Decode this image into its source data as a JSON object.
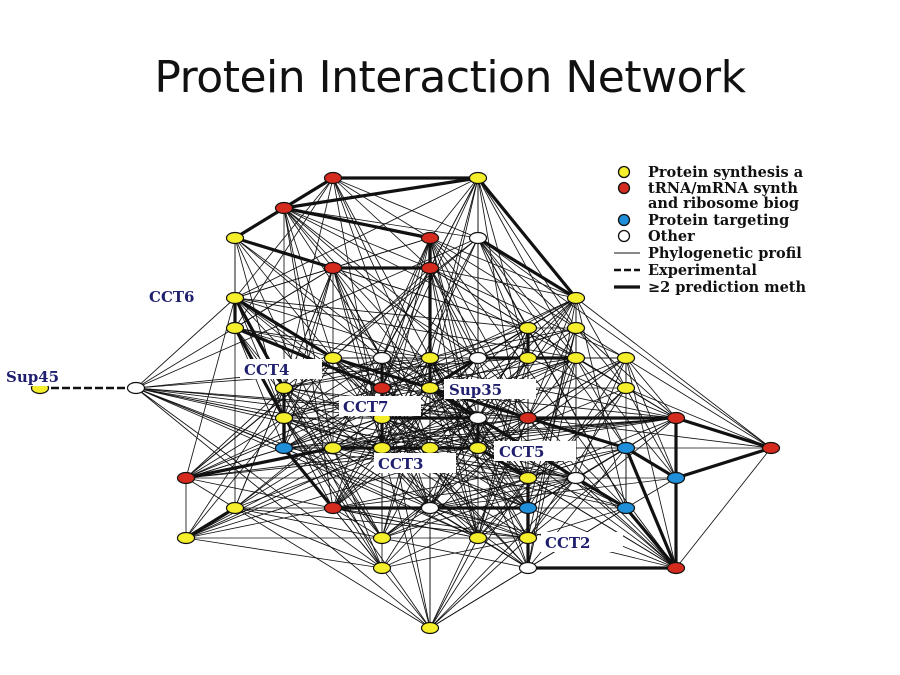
{
  "title": "Protein Interaction Network",
  "colors": {
    "synthesis": "#f5ee2a",
    "trna": "#d52b1e",
    "targeting": "#1e8fd8",
    "other": "#ffffff",
    "edge": "#111111"
  },
  "legend": {
    "items": [
      {
        "kind": "node",
        "color_key": "synthesis",
        "text": "Protein synthesis a"
      },
      {
        "kind": "node",
        "color_key": "trna",
        "text": "tRNA/mRNA synth"
      },
      {
        "kind": "cont",
        "text": "and ribosome biog"
      },
      {
        "kind": "node",
        "color_key": "targeting",
        "text": "Protein targeting"
      },
      {
        "kind": "node",
        "color_key": "other",
        "text": "Other"
      },
      {
        "kind": "thin",
        "text": "Phylogenetic profil"
      },
      {
        "kind": "dash",
        "text": "Experimental"
      },
      {
        "kind": "thick",
        "text": "≥2 prediction meth"
      }
    ]
  },
  "node_labels": [
    "CCT6",
    "Sup45",
    "CCT4",
    "CCT7",
    "Sup35",
    "CCT3",
    "CCT5",
    "CCT2"
  ]
}
